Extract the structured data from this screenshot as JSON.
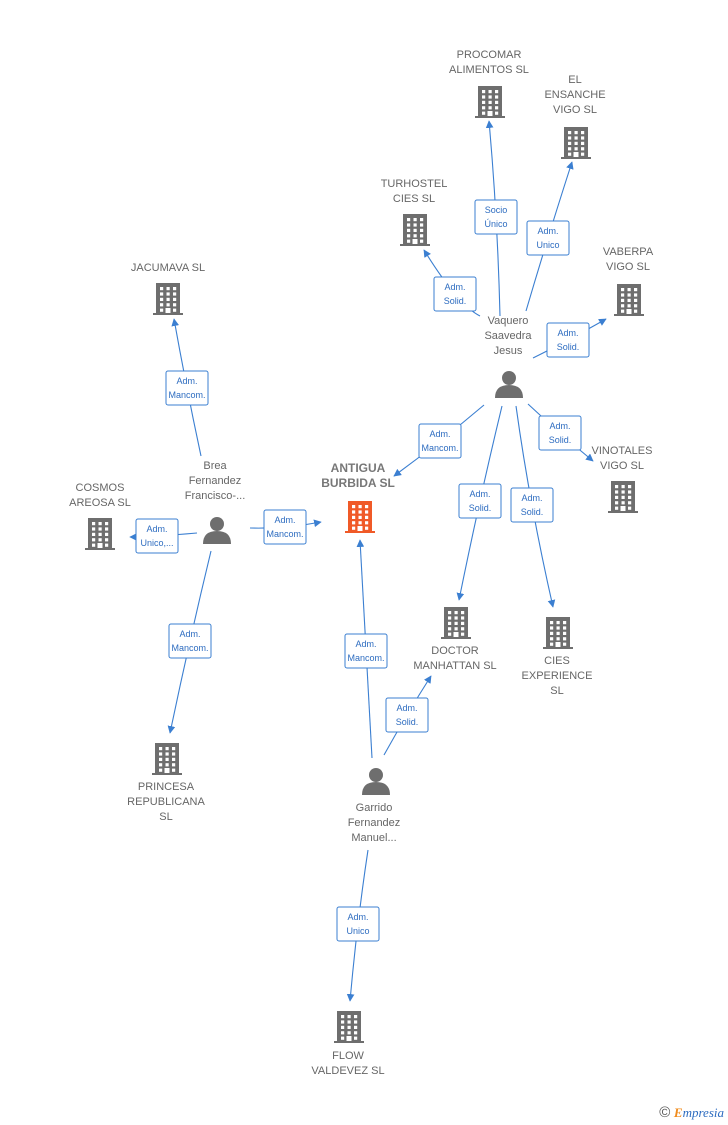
{
  "nodes": [
    {
      "id": "antigua",
      "type": "company",
      "main": true,
      "lines": [
        "ANTIGUA",
        "BURBIDA  SL"
      ]
    },
    {
      "id": "procomar",
      "type": "company",
      "lines": [
        "PROCOMAR",
        "ALIMENTOS  SL"
      ]
    },
    {
      "id": "ensanche",
      "type": "company",
      "lines": [
        "EL",
        "ENSANCHE",
        "VIGO SL"
      ]
    },
    {
      "id": "turhostel",
      "type": "company",
      "lines": [
        "TURHOSTEL",
        "CIES SL"
      ]
    },
    {
      "id": "vaberpa",
      "type": "company",
      "lines": [
        "VABERPA",
        "VIGO  SL"
      ]
    },
    {
      "id": "jacumava",
      "type": "company",
      "lines": [
        "JACUMAVA  SL"
      ]
    },
    {
      "id": "cosmos",
      "type": "company",
      "lines": [
        "COSMOS",
        "AREOSA  SL"
      ]
    },
    {
      "id": "vinotales",
      "type": "company",
      "lines": [
        "VINOTALES",
        "VIGO  SL"
      ]
    },
    {
      "id": "doctor",
      "type": "company",
      "lines": [
        "DOCTOR",
        "MANHATTAN  SL"
      ]
    },
    {
      "id": "cies",
      "type": "company",
      "lines": [
        "CIES",
        "EXPERIENCE",
        "SL"
      ]
    },
    {
      "id": "princesa",
      "type": "company",
      "lines": [
        "PRINCESA",
        "REPUBLICANA",
        "SL"
      ]
    },
    {
      "id": "flow",
      "type": "company",
      "lines": [
        "FLOW",
        "VALDEVEZ  SL"
      ]
    },
    {
      "id": "vaquero",
      "type": "person",
      "lines": [
        "Vaquero",
        "Saavedra",
        "Jesus"
      ]
    },
    {
      "id": "brea",
      "type": "person",
      "lines": [
        "Brea",
        "Fernandez",
        "Francisco-..."
      ]
    },
    {
      "id": "garrido",
      "type": "person",
      "lines": [
        "Garrido",
        "Fernandez",
        "Manuel..."
      ]
    }
  ],
  "edges": [
    {
      "from": "vaquero",
      "to": "procomar",
      "label": [
        "Socio",
        "Único"
      ]
    },
    {
      "from": "vaquero",
      "to": "ensanche",
      "label": [
        "Adm.",
        "Unico"
      ]
    },
    {
      "from": "vaquero",
      "to": "turhostel",
      "label": [
        "Adm.",
        "Solid."
      ]
    },
    {
      "from": "vaquero",
      "to": "vaberpa",
      "label": [
        "Adm.",
        "Solid."
      ]
    },
    {
      "from": "vaquero",
      "to": "antigua",
      "label": [
        "Adm.",
        "Mancom."
      ]
    },
    {
      "from": "vaquero",
      "to": "vinotales",
      "label": [
        "Adm.",
        "Solid."
      ]
    },
    {
      "from": "vaquero",
      "to": "doctor",
      "label": [
        "Adm.",
        "Solid."
      ]
    },
    {
      "from": "vaquero",
      "to": "cies",
      "label": [
        "Adm.",
        "Solid."
      ]
    },
    {
      "from": "brea",
      "to": "jacumava",
      "label": [
        "Adm.",
        "Mancom."
      ]
    },
    {
      "from": "brea",
      "to": "cosmos",
      "label": [
        "Adm.",
        "Unico,..."
      ]
    },
    {
      "from": "brea",
      "to": "antigua",
      "label": [
        "Adm.",
        "Mancom."
      ]
    },
    {
      "from": "brea",
      "to": "princesa",
      "label": [
        "Adm.",
        "Mancom."
      ]
    },
    {
      "from": "garrido",
      "to": "antigua",
      "label": [
        "Adm.",
        "Mancom."
      ]
    },
    {
      "from": "garrido",
      "to": "doctor",
      "label": [
        "Adm.",
        "Solid."
      ]
    },
    {
      "from": "garrido",
      "to": "flow",
      "label": [
        "Adm.",
        "Unico"
      ]
    }
  ],
  "colors": {
    "edge": "#3b7fd1",
    "company": "#6e6e6e",
    "main_company": "#f05a28",
    "person": "#6e6e6e",
    "label_text": "#2d6cc0"
  },
  "footer": {
    "symbol": "©",
    "brand_initial": "E",
    "brand_rest": "mpresia"
  }
}
